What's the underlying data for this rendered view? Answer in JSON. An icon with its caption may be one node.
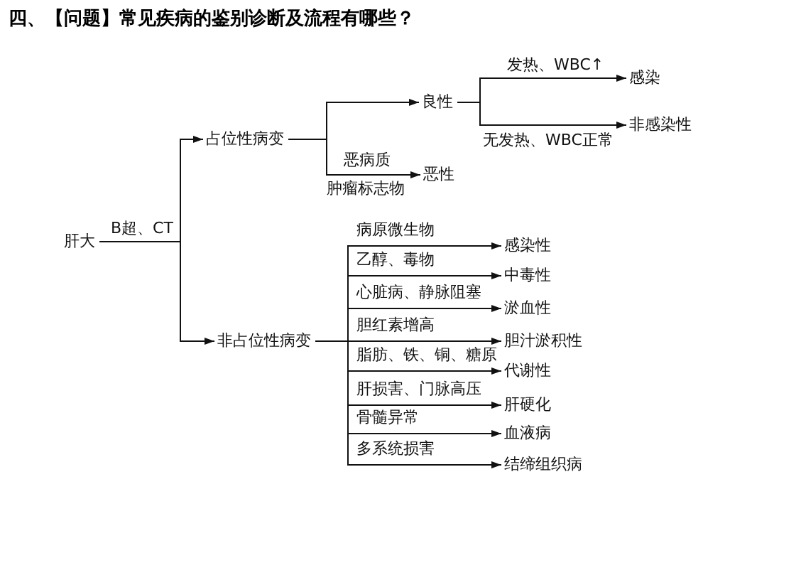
{
  "diagram": {
    "title": "四、【问题】常见疾病的鉴别诊断及流程有哪些？",
    "nodes": [
      {
        "text": [
          "肝大"
        ]
      },
      {
        "text": [
          "占位性病变"
        ]
      },
      {
        "text": [
          "非占位性病变"
        ]
      },
      {
        "text": [
          "良性"
        ]
      },
      {
        "text": [
          "恶性"
        ]
      },
      {
        "text": [
          "感染"
        ]
      },
      {
        "text": [
          "非感染性"
        ]
      },
      {
        "text": [
          "感染性"
        ]
      },
      {
        "text": [
          "中毒性"
        ]
      },
      {
        "text": [
          "淤血性"
        ]
      },
      {
        "text": [
          "胆汁淤积性"
        ]
      },
      {
        "text": [
          "代谢性"
        ]
      },
      {
        "text": [
          "肝硬化"
        ]
      },
      {
        "text": [
          "血液病"
        ]
      },
      {
        "text": [
          "结缔组织病"
        ]
      }
    ],
    "edges": [
      {
        "from": 0,
        "to": 1,
        "arrow": "to",
        "label": "B超、CT"
      },
      {
        "from": 0,
        "to": 2,
        "arrow": "to"
      },
      {
        "from": 1,
        "to": 3,
        "arrow": "to"
      },
      {
        "from": 1,
        "to": 4,
        "arrow": "to",
        "label": "恶病质"
      },
      {
        "from": 3,
        "to": 5,
        "arrow": "to",
        "label": "发热、WBC↑"
      },
      {
        "from": 3,
        "to": 6,
        "arrow": "to",
        "label": "无发热、WBC正常"
      },
      {
        "from": 2,
        "to": 7,
        "arrow": "to",
        "label": "病原微生物"
      },
      {
        "from": 2,
        "to": 8,
        "arrow": "to",
        "label": "乙醇、毒物"
      },
      {
        "from": 2,
        "to": 9,
        "arrow": "to",
        "label": "心脏病、静脉阻塞"
      },
      {
        "from": 2,
        "to": 10,
        "arrow": "to",
        "label": "胆红素增高"
      },
      {
        "from": 2,
        "to": 11,
        "arrow": "to",
        "label": "脂肪、铁、铜、糖原"
      },
      {
        "from": 2,
        "to": 12,
        "arrow": "to",
        "label": "肝损害、门脉高压"
      },
      {
        "from": 2,
        "to": 13,
        "arrow": "to",
        "label": "骨髓异常"
      },
      {
        "from": 2,
        "to": 14,
        "arrow": "to",
        "label": "多系统损害"
      }
    ],
    "labels": [
      "肿瘤标志物"
    ]
  }
}
